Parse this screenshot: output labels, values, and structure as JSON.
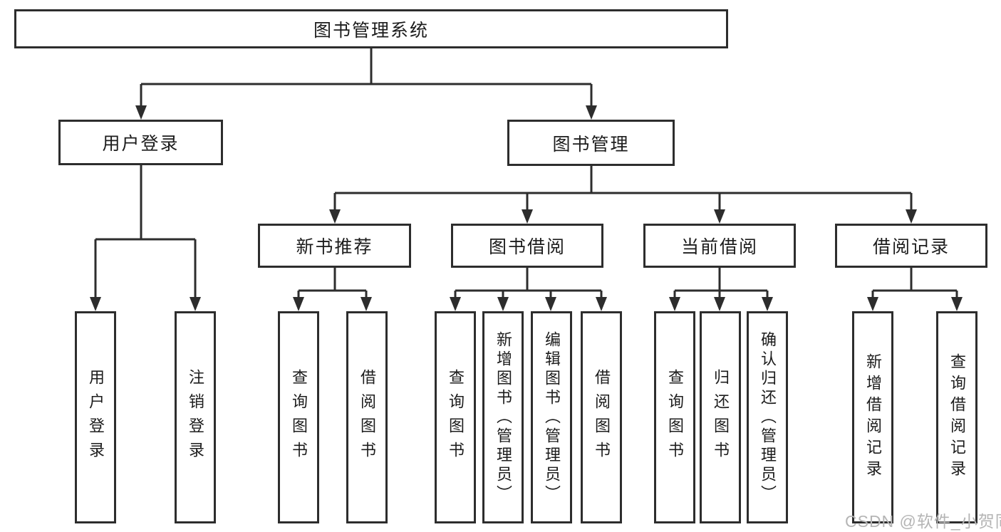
{
  "tree": {
    "root": "图书管理系统",
    "login": {
      "label": "用户登录",
      "children": [
        "用户登录",
        "注销登录"
      ]
    },
    "management": {
      "label": "图书管理",
      "sections": [
        {
          "label": "新书推荐",
          "children": [
            "查询图书",
            "借阅图书"
          ]
        },
        {
          "label": "图书借阅",
          "children": [
            "查询图书",
            "新增图书（管理员）",
            "编辑图书（管理员）",
            "借阅图书"
          ]
        },
        {
          "label": "当前借阅",
          "children": [
            "查询图书",
            "归还图书",
            "确认归还（管理员）"
          ]
        },
        {
          "label": "借阅记录",
          "children": [
            "新增借阅记录",
            "查询借阅记录"
          ]
        }
      ]
    }
  },
  "watermark": "CSDN @软件_小贺同学",
  "colors": {
    "line": "#2d2d2d",
    "box_border": "#2d2d2d",
    "text": "#1c1c1c",
    "watermark": "#b5b5b5",
    "background": "#ffffff"
  }
}
